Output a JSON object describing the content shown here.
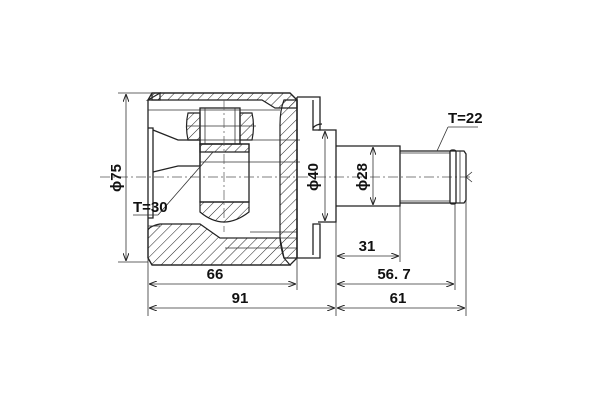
{
  "drawing": {
    "title": "CV joint inner cross-section technical drawing",
    "labels": {
      "outer_diameter": "ϕ75",
      "flange_diameter": "ϕ40",
      "shaft_diameter": "ϕ28",
      "inner_spline": "T=30",
      "outer_spline": "T=22"
    },
    "dimensions": {
      "housing_length": "66",
      "total_left": "91",
      "shaft_step": "31",
      "spline_to_groove": "56. 7",
      "shaft_total": "61"
    },
    "colors": {
      "line": "#222222",
      "background": "#ffffff"
    }
  }
}
